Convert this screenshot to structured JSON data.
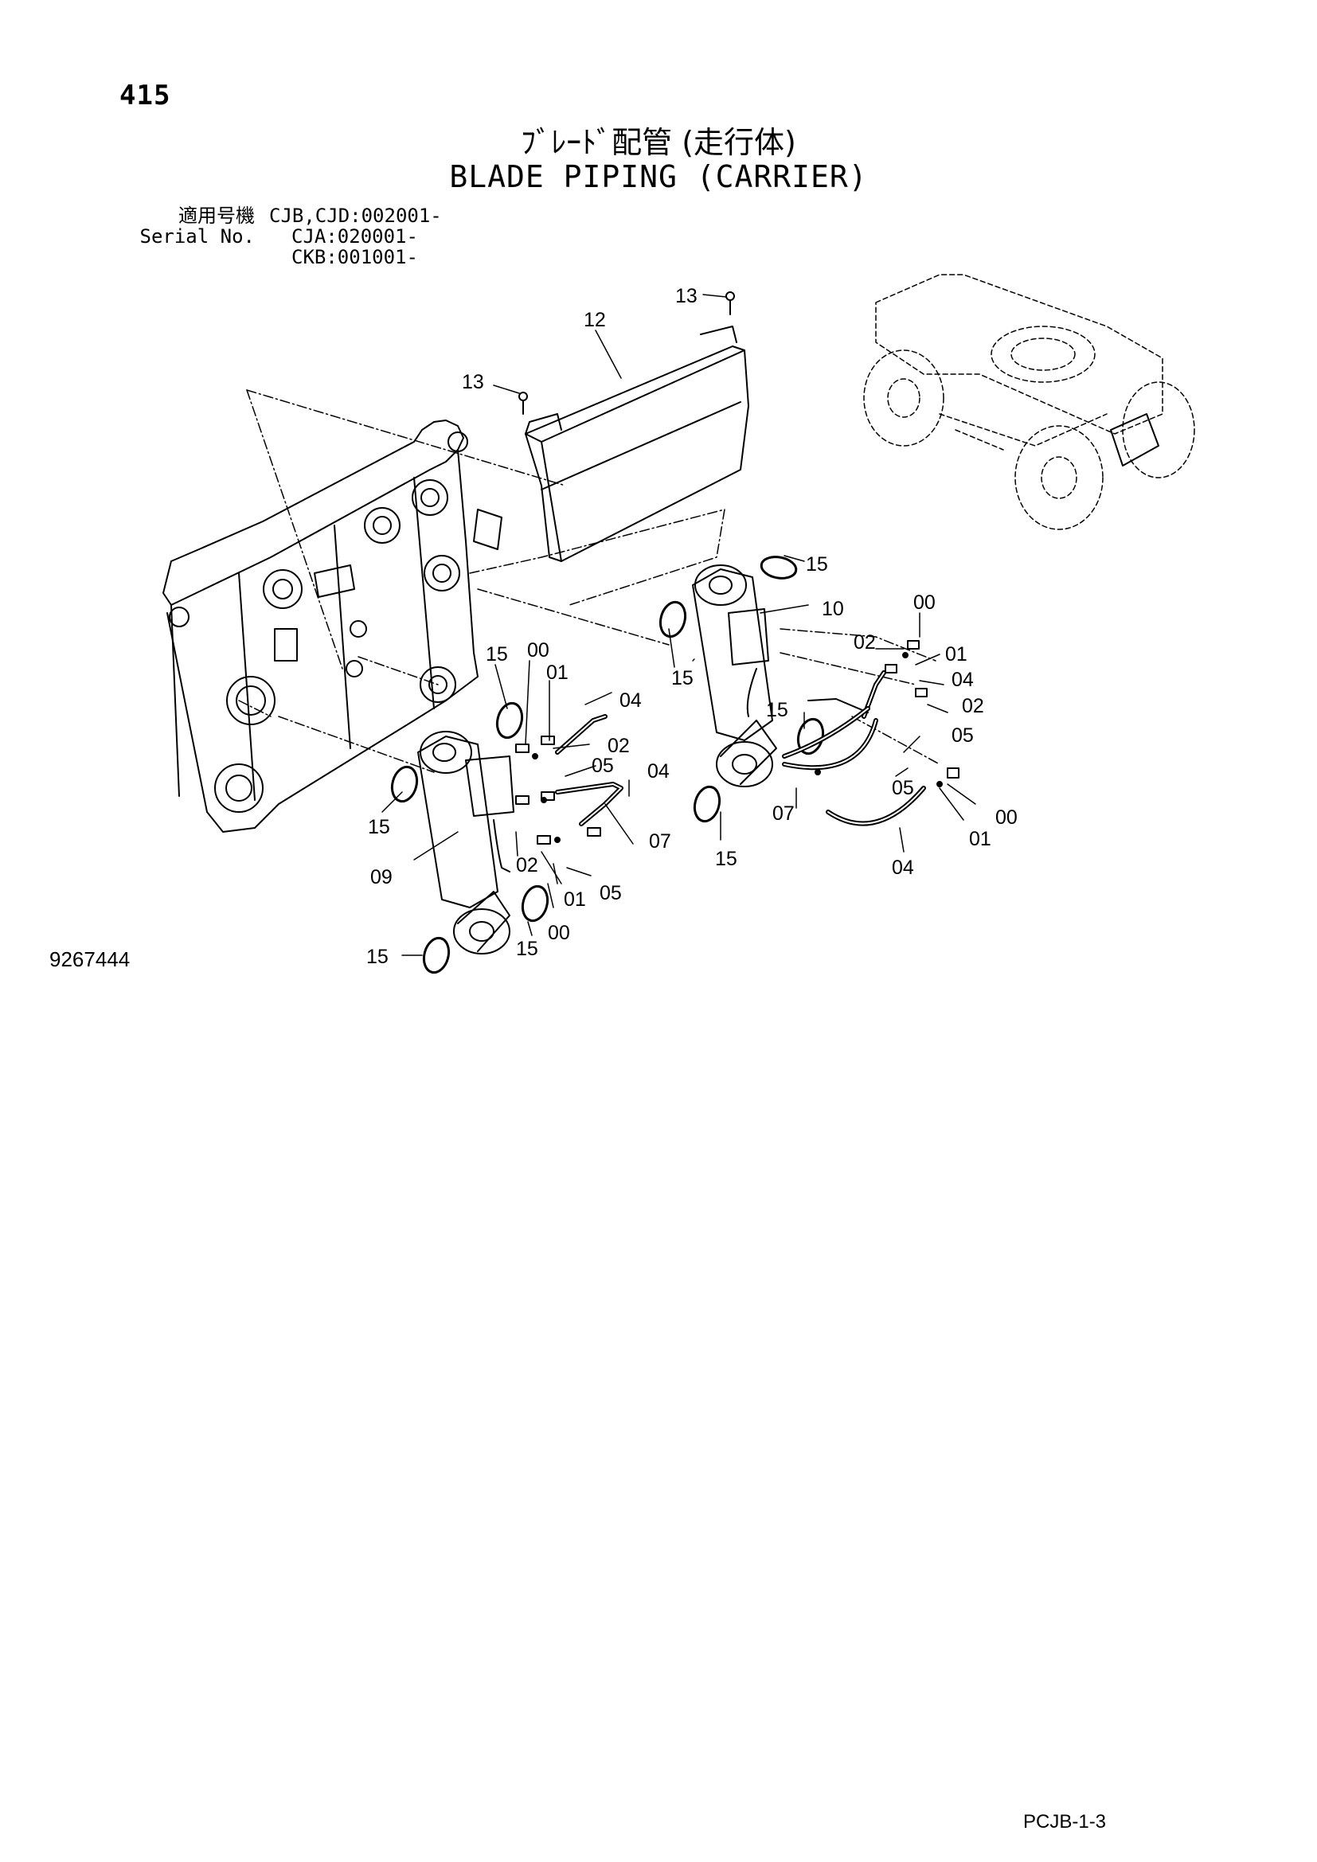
{
  "header": {
    "page_number": "415",
    "title_jp": "ﾌﾞﾚｰﾄﾞ配管 (走行体)",
    "title_en": "BLADE PIPING (CARRIER)"
  },
  "serial": {
    "label_jp": "適用号機",
    "label_en": "Serial No.",
    "values": [
      "CJB,CJD:002001-",
      "CJA:020001-",
      "CKB:001001-"
    ]
  },
  "callouts": {
    "c12": "12",
    "c13a": "13",
    "c13b": "13",
    "c15a": "15",
    "c15b": "15",
    "c15c": "15",
    "c15d": "15",
    "c15e": "15",
    "c15f": "15",
    "c15g": "15",
    "c15h": "15",
    "c10": "10",
    "c09": "09",
    "c00a": "00",
    "c00b": "00",
    "c00c": "00",
    "c00d": "00",
    "c01a": "01",
    "c01b": "01",
    "c01c": "01",
    "c01d": "01",
    "c02a": "02",
    "c02b": "02",
    "c02c": "02",
    "c02d": "02",
    "c04a": "04",
    "c04b": "04",
    "c04c": "04",
    "c04d": "04",
    "c05a": "05",
    "c05b": "05",
    "c05c": "05",
    "c05d": "05",
    "c07a": "07",
    "c07b": "07"
  },
  "footer": {
    "drawing_number": "9267444",
    "page_code": "PCJB-1-3"
  }
}
